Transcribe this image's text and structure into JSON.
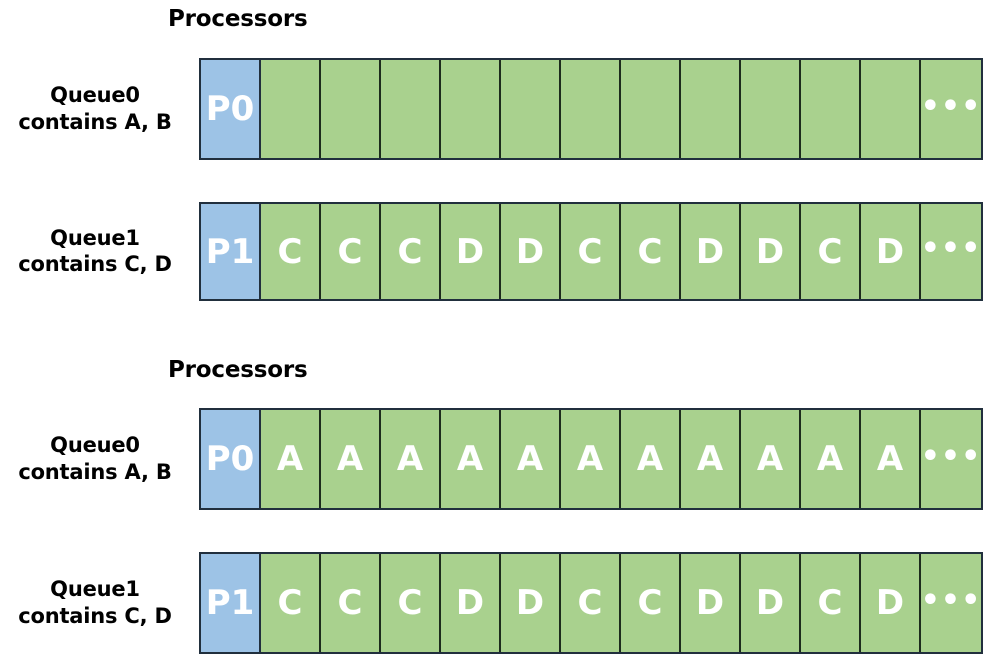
{
  "figure": {
    "title": "Processor queue scheduling diagram",
    "colors": {
      "processor_cell": "#9DC3E6",
      "slot_cell": "#A9D18E",
      "cell_border": "#212f3d",
      "cell_text": "#ffffff",
      "label_text": "#000000",
      "background": "#ffffff"
    }
  },
  "sections": [
    {
      "heading": "Processors",
      "rows": [
        {
          "label_lines": [
            "Queue0",
            "contains A, B"
          ],
          "processor": "P0",
          "cells": [
            "",
            "",
            "",
            "",
            "",
            "",
            "",
            "",
            "",
            "",
            ""
          ],
          "ellipsis": "•••"
        },
        {
          "label_lines": [
            "Queue1",
            "contains C, D"
          ],
          "processor": "P1",
          "cells": [
            "C",
            "C",
            "C",
            "D",
            "D",
            "C",
            "C",
            "D",
            "D",
            "C",
            "D"
          ],
          "ellipsis": "•••"
        }
      ]
    },
    {
      "heading": "Processors",
      "rows": [
        {
          "label_lines": [
            "Queue0",
            "contains A, B"
          ],
          "processor": "P0",
          "cells": [
            "A",
            "A",
            "A",
            "A",
            "A",
            "A",
            "A",
            "A",
            "A",
            "A",
            "A"
          ],
          "ellipsis": "•••"
        },
        {
          "label_lines": [
            "Queue1",
            "contains C, D"
          ],
          "processor": "P1",
          "cells": [
            "C",
            "C",
            "C",
            "D",
            "D",
            "C",
            "C",
            "D",
            "D",
            "C",
            "D"
          ],
          "ellipsis": "•••"
        }
      ]
    }
  ]
}
